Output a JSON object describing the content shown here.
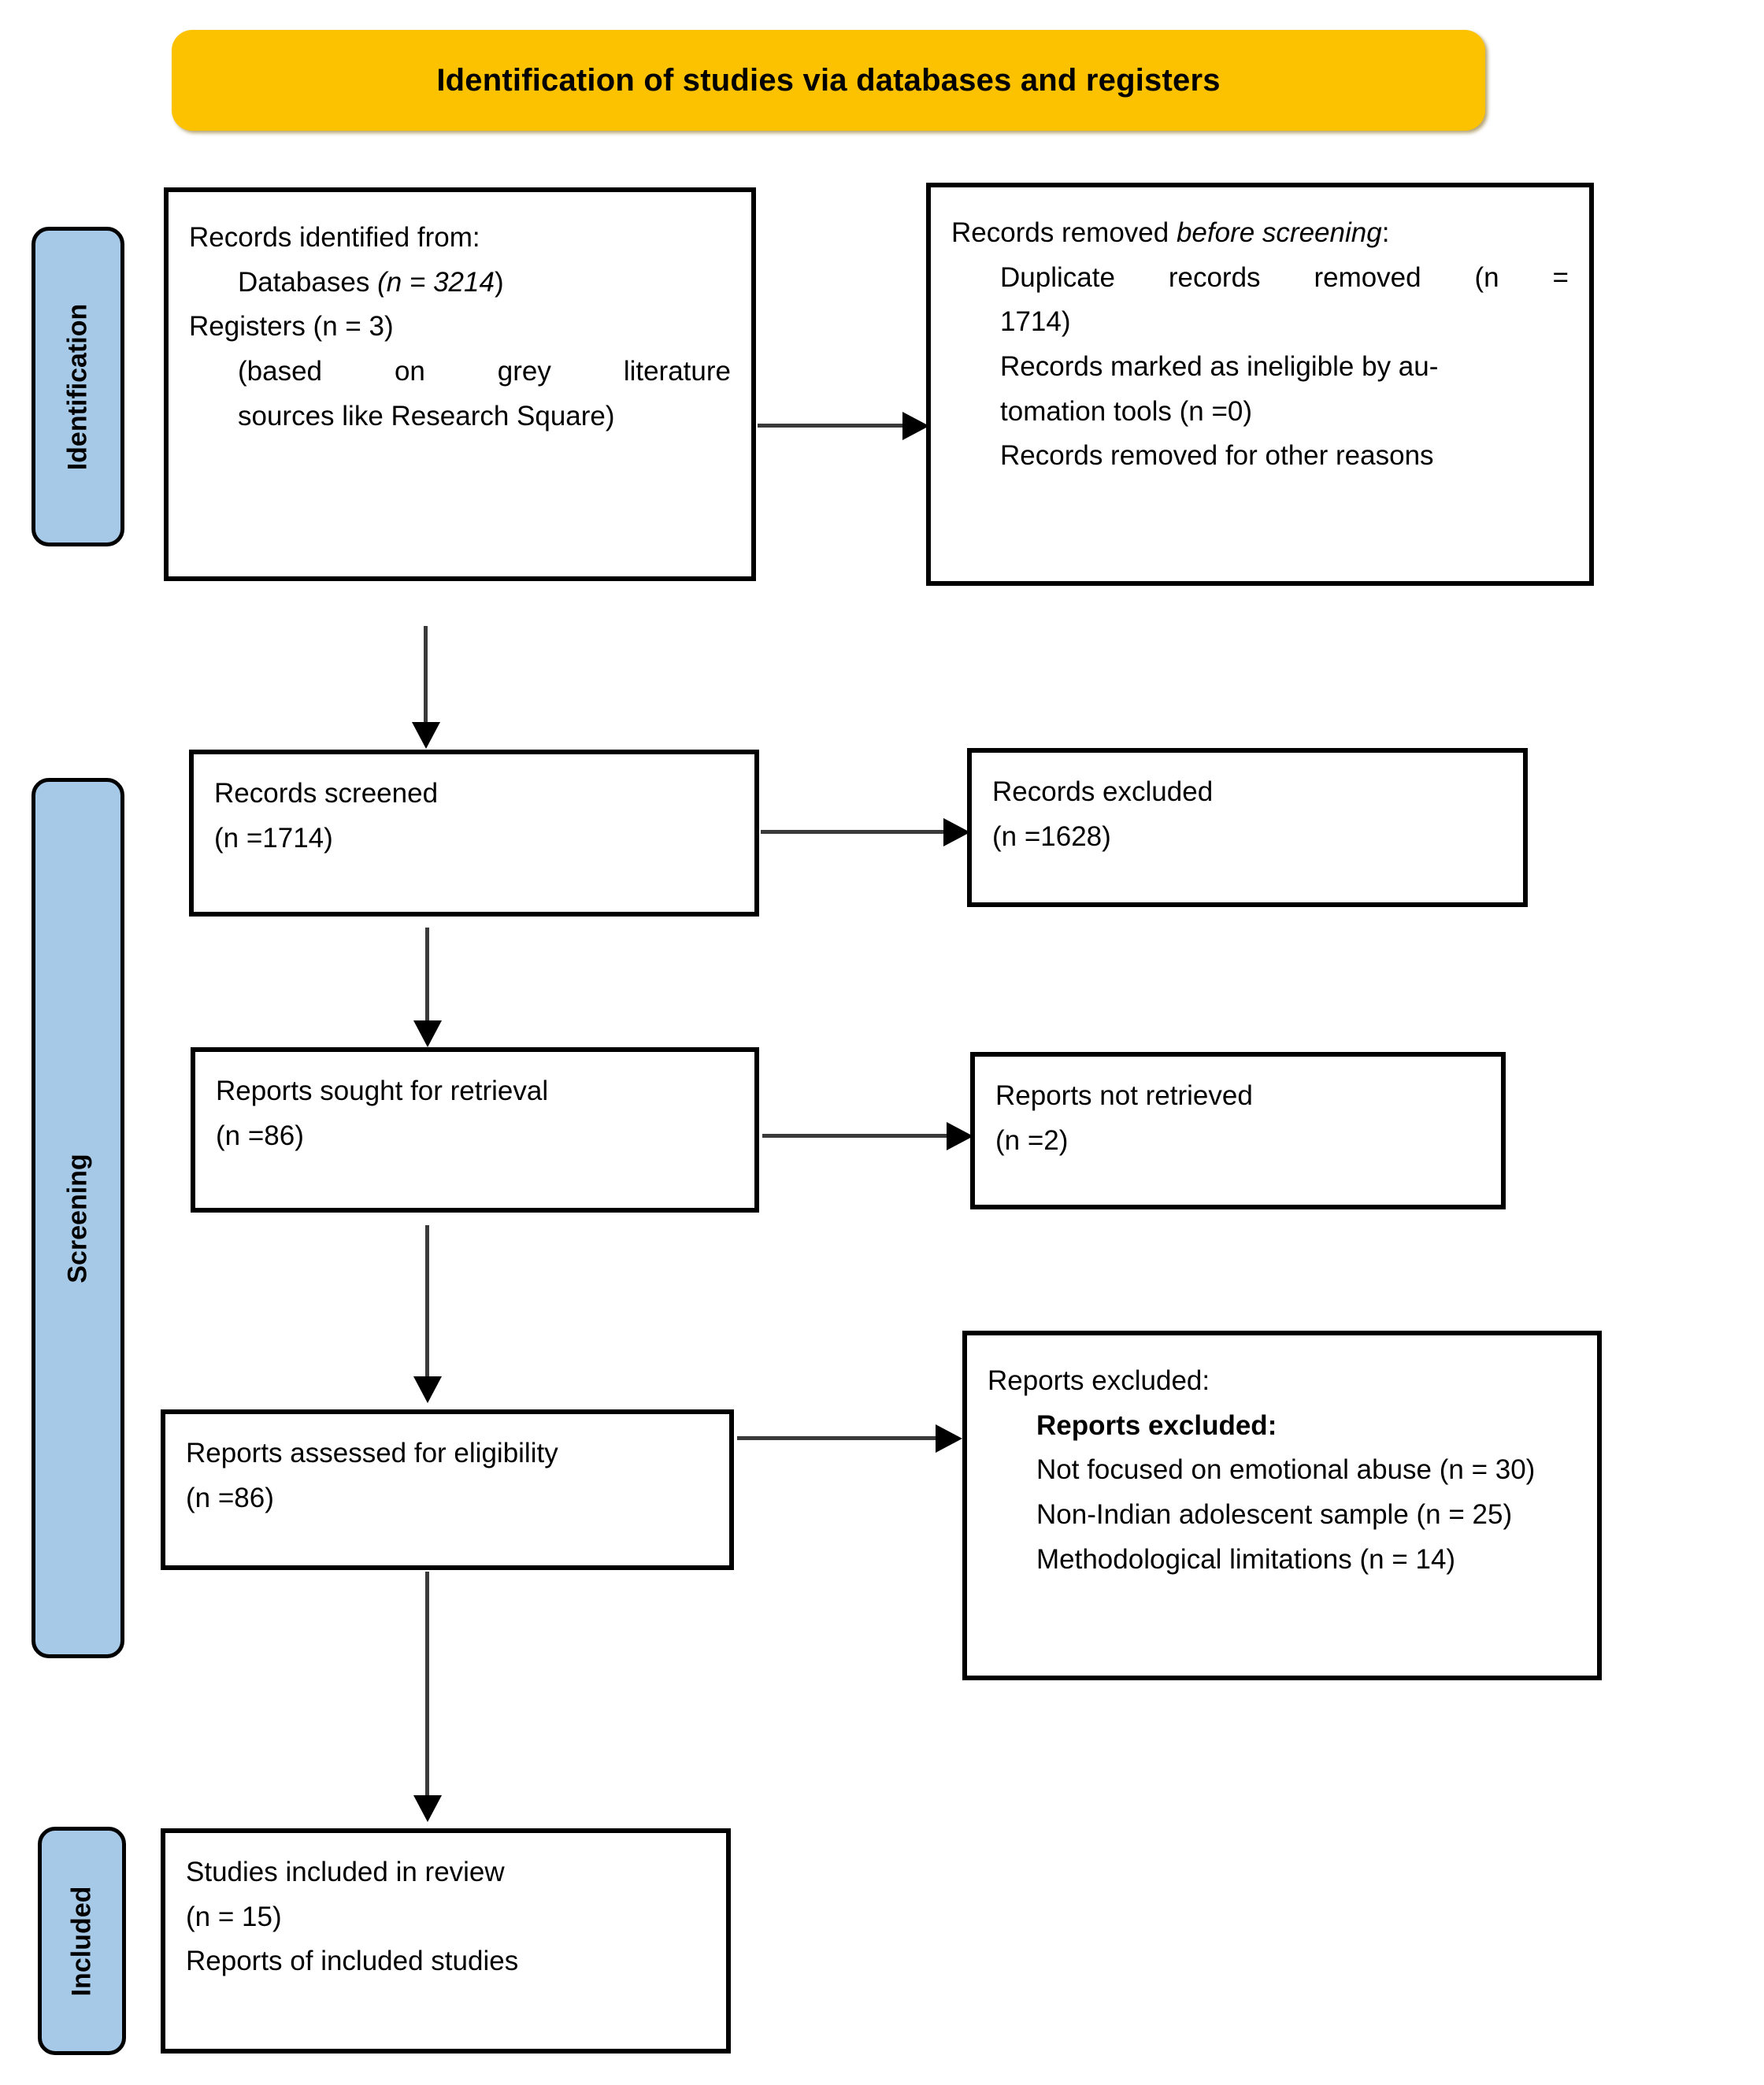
{
  "header": {
    "title": "Identification of studies via databases and registers",
    "banner_color": "#fcc200"
  },
  "stages": {
    "accent_color": "#a6c9e8",
    "identification": "Identification",
    "screening": "Screening",
    "included": "Included"
  },
  "boxes": {
    "identified": {
      "line1": "Records identified from:",
      "line2_prefix": "Databases ",
      "line2_italic": "(n = 3214",
      "line2_suffix": ")",
      "line3": "Registers (n = 3)",
      "line4": "(based on grey literature",
      "line5": "sources like Research Square)"
    },
    "removed": {
      "line1_prefix": "Records removed ",
      "line1_italic": "before screening",
      "line1_suffix": ":",
      "line2": "Duplicate records removed (n =",
      "line3": "1714)",
      "line4": "Records marked as ineligible by au-",
      "line5": "tomation tools (n =0)",
      "line6": "Records removed for other reasons"
    },
    "screened": {
      "line1": "Records screened",
      "line2": "(n =1714)"
    },
    "excluded": {
      "line1": "Records excluded",
      "line2": "(n =1628)"
    },
    "sought": {
      "line1": "Reports sought for retrieval",
      "line2": "(n =86)"
    },
    "not_retrieved": {
      "line1": "Reports not retrieved",
      "line2": "(n =2)"
    },
    "assessed": {
      "line1": "Reports assessed for eligibility",
      "line2": "(n =86)"
    },
    "reports_excluded": {
      "line1": "Reports excluded:",
      "line2_bold": "Reports excluded:",
      "line3": "Not focused on emotional abuse (n = 30)",
      "line4": "Non-Indian adolescent sample (n = 25)",
      "line5": "Methodological limitations (n = 14)"
    },
    "included": {
      "line1": "Studies included in review",
      "line2": "(n = 15)",
      "line3": "Reports of included studies"
    }
  },
  "chart_data": {
    "type": "diagram",
    "title": "Identification of studies via databases and registers",
    "nodes": [
      {
        "id": "identified",
        "stage": "Identification",
        "label": "Records identified from: Databases (n = 3214); Registers (n = 3) (based on grey literature sources like Research Square)",
        "n_databases": 3214,
        "n_registers": 3
      },
      {
        "id": "removed",
        "stage": "Identification",
        "label": "Records removed before screening: Duplicate records removed (n = 1714); Records marked as ineligible by automation tools (n =0); Records removed for other reasons",
        "n_duplicates": 1714,
        "n_automation": 0
      },
      {
        "id": "screened",
        "stage": "Screening",
        "label": "Records screened",
        "n": 1714
      },
      {
        "id": "excluded",
        "stage": "Screening",
        "label": "Records excluded",
        "n": 1628
      },
      {
        "id": "sought",
        "stage": "Screening",
        "label": "Reports sought for retrieval",
        "n": 86
      },
      {
        "id": "not_retrieved",
        "stage": "Screening",
        "label": "Reports not retrieved",
        "n": 2
      },
      {
        "id": "assessed",
        "stage": "Screening",
        "label": "Reports assessed for eligibility",
        "n": 86
      },
      {
        "id": "reports_excluded",
        "stage": "Screening",
        "label": "Reports excluded",
        "reasons": [
          {
            "reason": "Not focused on emotional abuse",
            "n": 30
          },
          {
            "reason": "Non-Indian adolescent sample",
            "n": 25
          },
          {
            "reason": "Methodological limitations",
            "n": 14
          }
        ]
      },
      {
        "id": "included",
        "stage": "Included",
        "label": "Studies included in review",
        "n": 15
      }
    ],
    "edges": [
      {
        "from": "identified",
        "to": "removed"
      },
      {
        "from": "identified",
        "to": "screened"
      },
      {
        "from": "screened",
        "to": "excluded"
      },
      {
        "from": "screened",
        "to": "sought"
      },
      {
        "from": "sought",
        "to": "not_retrieved"
      },
      {
        "from": "sought",
        "to": "assessed"
      },
      {
        "from": "assessed",
        "to": "reports_excluded"
      },
      {
        "from": "assessed",
        "to": "included"
      }
    ]
  }
}
